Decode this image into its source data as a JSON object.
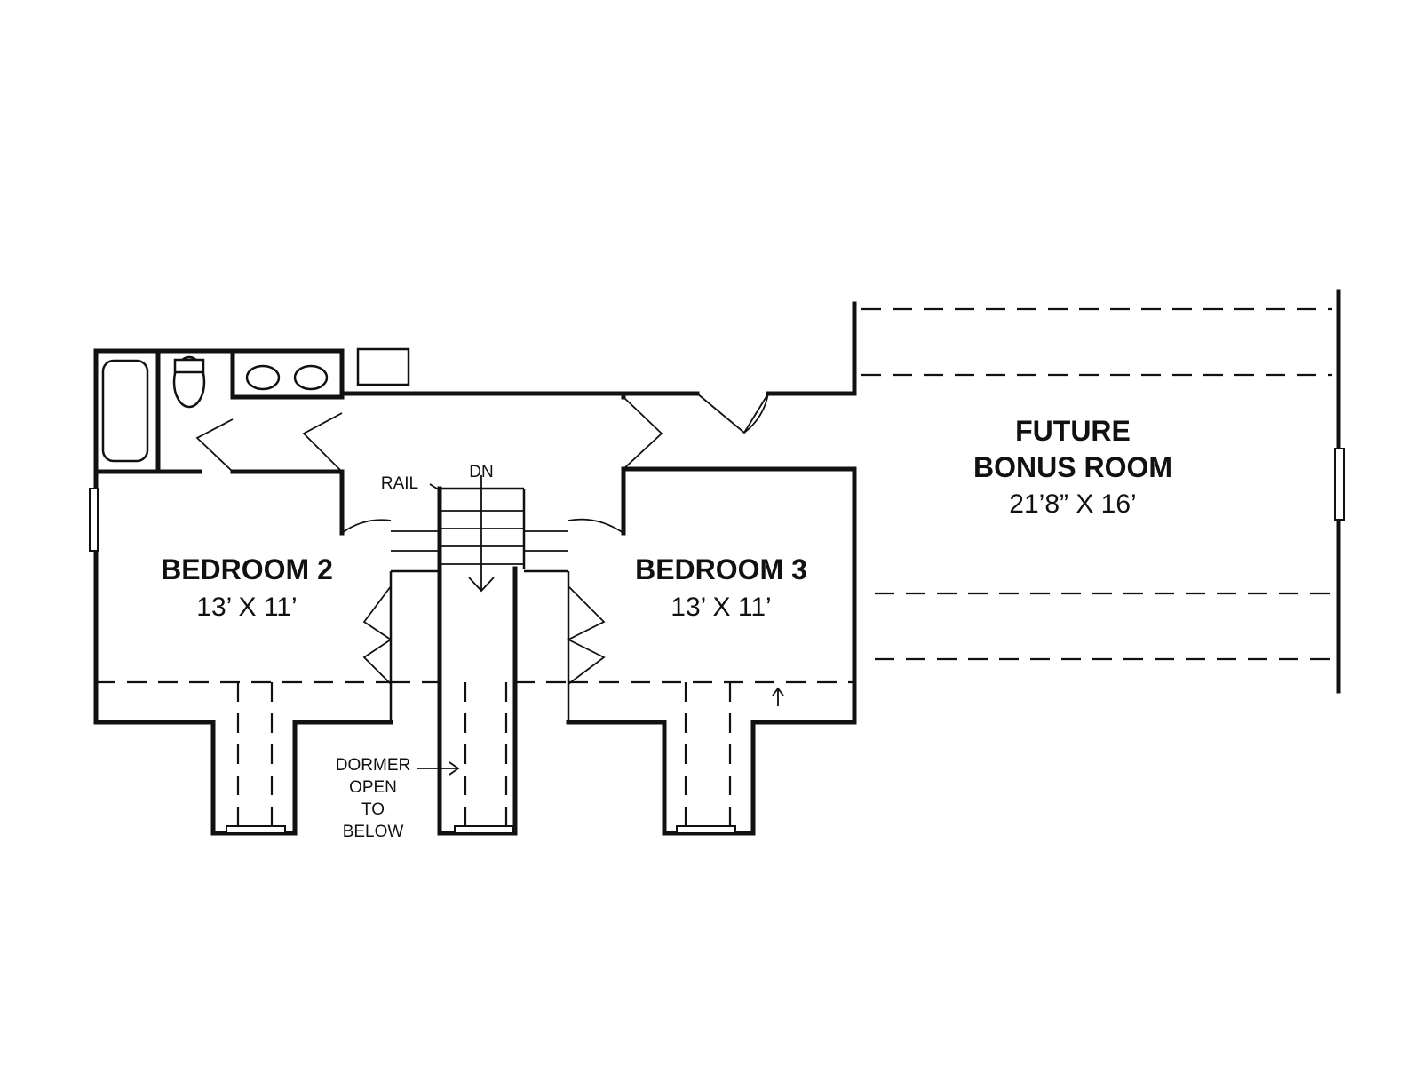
{
  "rooms": [
    {
      "key": "bedroom2",
      "name_lines": [
        "BEDROOM 2"
      ],
      "dimensions": "13’ X 11’"
    },
    {
      "key": "bedroom3",
      "name_lines": [
        "BEDROOM 3"
      ],
      "dimensions": "13’ X 11’"
    },
    {
      "key": "bonus",
      "name_lines": [
        "FUTURE",
        "BONUS ROOM"
      ],
      "dimensions": "21’8” X 16’"
    }
  ],
  "annotations": {
    "rail": "RAIL",
    "stair_direction": "DN",
    "dormer_lines": [
      "DORMER",
      "OPEN",
      "TO",
      "BELOW"
    ]
  },
  "colors": {
    "line": "#111111",
    "background": "#ffffff"
  }
}
